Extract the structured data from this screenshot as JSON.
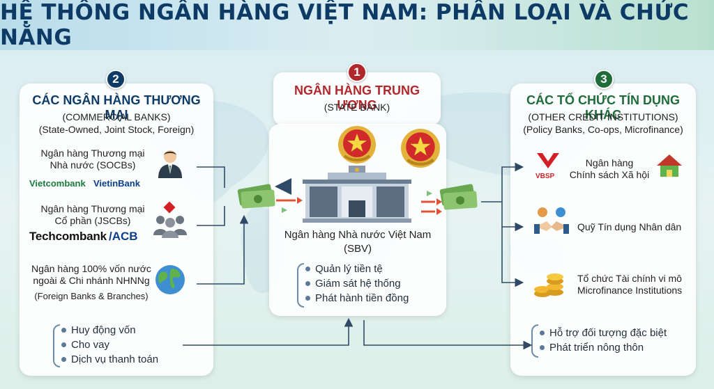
{
  "title": "HỆ THỐNG NGÂN HÀNG VIỆT NAM: PHÂN LOẠI VÀ CHỨC NĂNG",
  "center": {
    "badge": "1",
    "title": "NGÂN HÀNG TRUNG ƯƠNG",
    "subtitle": "(STATE BANK)",
    "bank_name": "Ngân hàng Nhà nước Việt Nam",
    "bank_abbr": "(SBV)",
    "functions": [
      "Quản lý tiền tệ",
      "Giám sát hệ thống",
      "Phát hành tiền đồng"
    ]
  },
  "left": {
    "badge": "2",
    "title": "CÁC NGÂN HÀNG THƯƠNG MẠI",
    "subtitle": "(COMMERCIAL BANKS)",
    "types": "(State-Owned, Joint Stock, Foreign)",
    "item1": {
      "line1": "Ngân hàng Thương mại",
      "line2": "Nhà nước (SOCBs)",
      "logo_a": "Vietcombank",
      "logo_b": "VietinBank"
    },
    "item2": {
      "line1": "Ngân hàng Thương mại",
      "line2": "Cổ phần (JSCBs)",
      "logo_a": "Techcombank",
      "logo_b": "/ACB"
    },
    "item3": {
      "line1": "Ngân hàng 100% vốn nước",
      "line2": "ngoài & Chi nhánh NHNNg",
      "line3": "(Foreign Banks & Branches)"
    },
    "functions": [
      "Huy động vốn",
      "Cho vay",
      "Dịch vụ thanh toán"
    ]
  },
  "right": {
    "badge": "3",
    "title": "CÁC TỔ CHỨC TÍN DỤNG KHÁC",
    "subtitle": "(OTHER CREDIT INSTITUTIONS)",
    "types": "(Policy Banks, Co-ops, Microfinance)",
    "item1": {
      "line1": "Ngân hàng",
      "line2": "Chính sách Xã hội",
      "logo": "VBSP"
    },
    "item2": {
      "line1": "Quỹ Tín dụng Nhân dân"
    },
    "item3": {
      "line1": "Tổ chức Tài chính vi mô",
      "line2": "Microfinance Institutions"
    },
    "functions": [
      "Hỗ trợ đối tượng đặc biệt",
      "Phát triển nông thôn"
    ]
  },
  "colors": {
    "navy": "#0d3b66",
    "red": "#b1282c",
    "green": "#1f6b3a",
    "money": "#6aa84f",
    "arrow_red": "#e0533a",
    "arrow_green": "#7cc07a"
  },
  "icons": [
    "businessman-icon",
    "group-icon",
    "globe-icon",
    "emblem-icon",
    "bank-building-icon",
    "money-icon",
    "vbsp-logo-icon",
    "house-icon",
    "handshake-icon",
    "coins-icon"
  ]
}
